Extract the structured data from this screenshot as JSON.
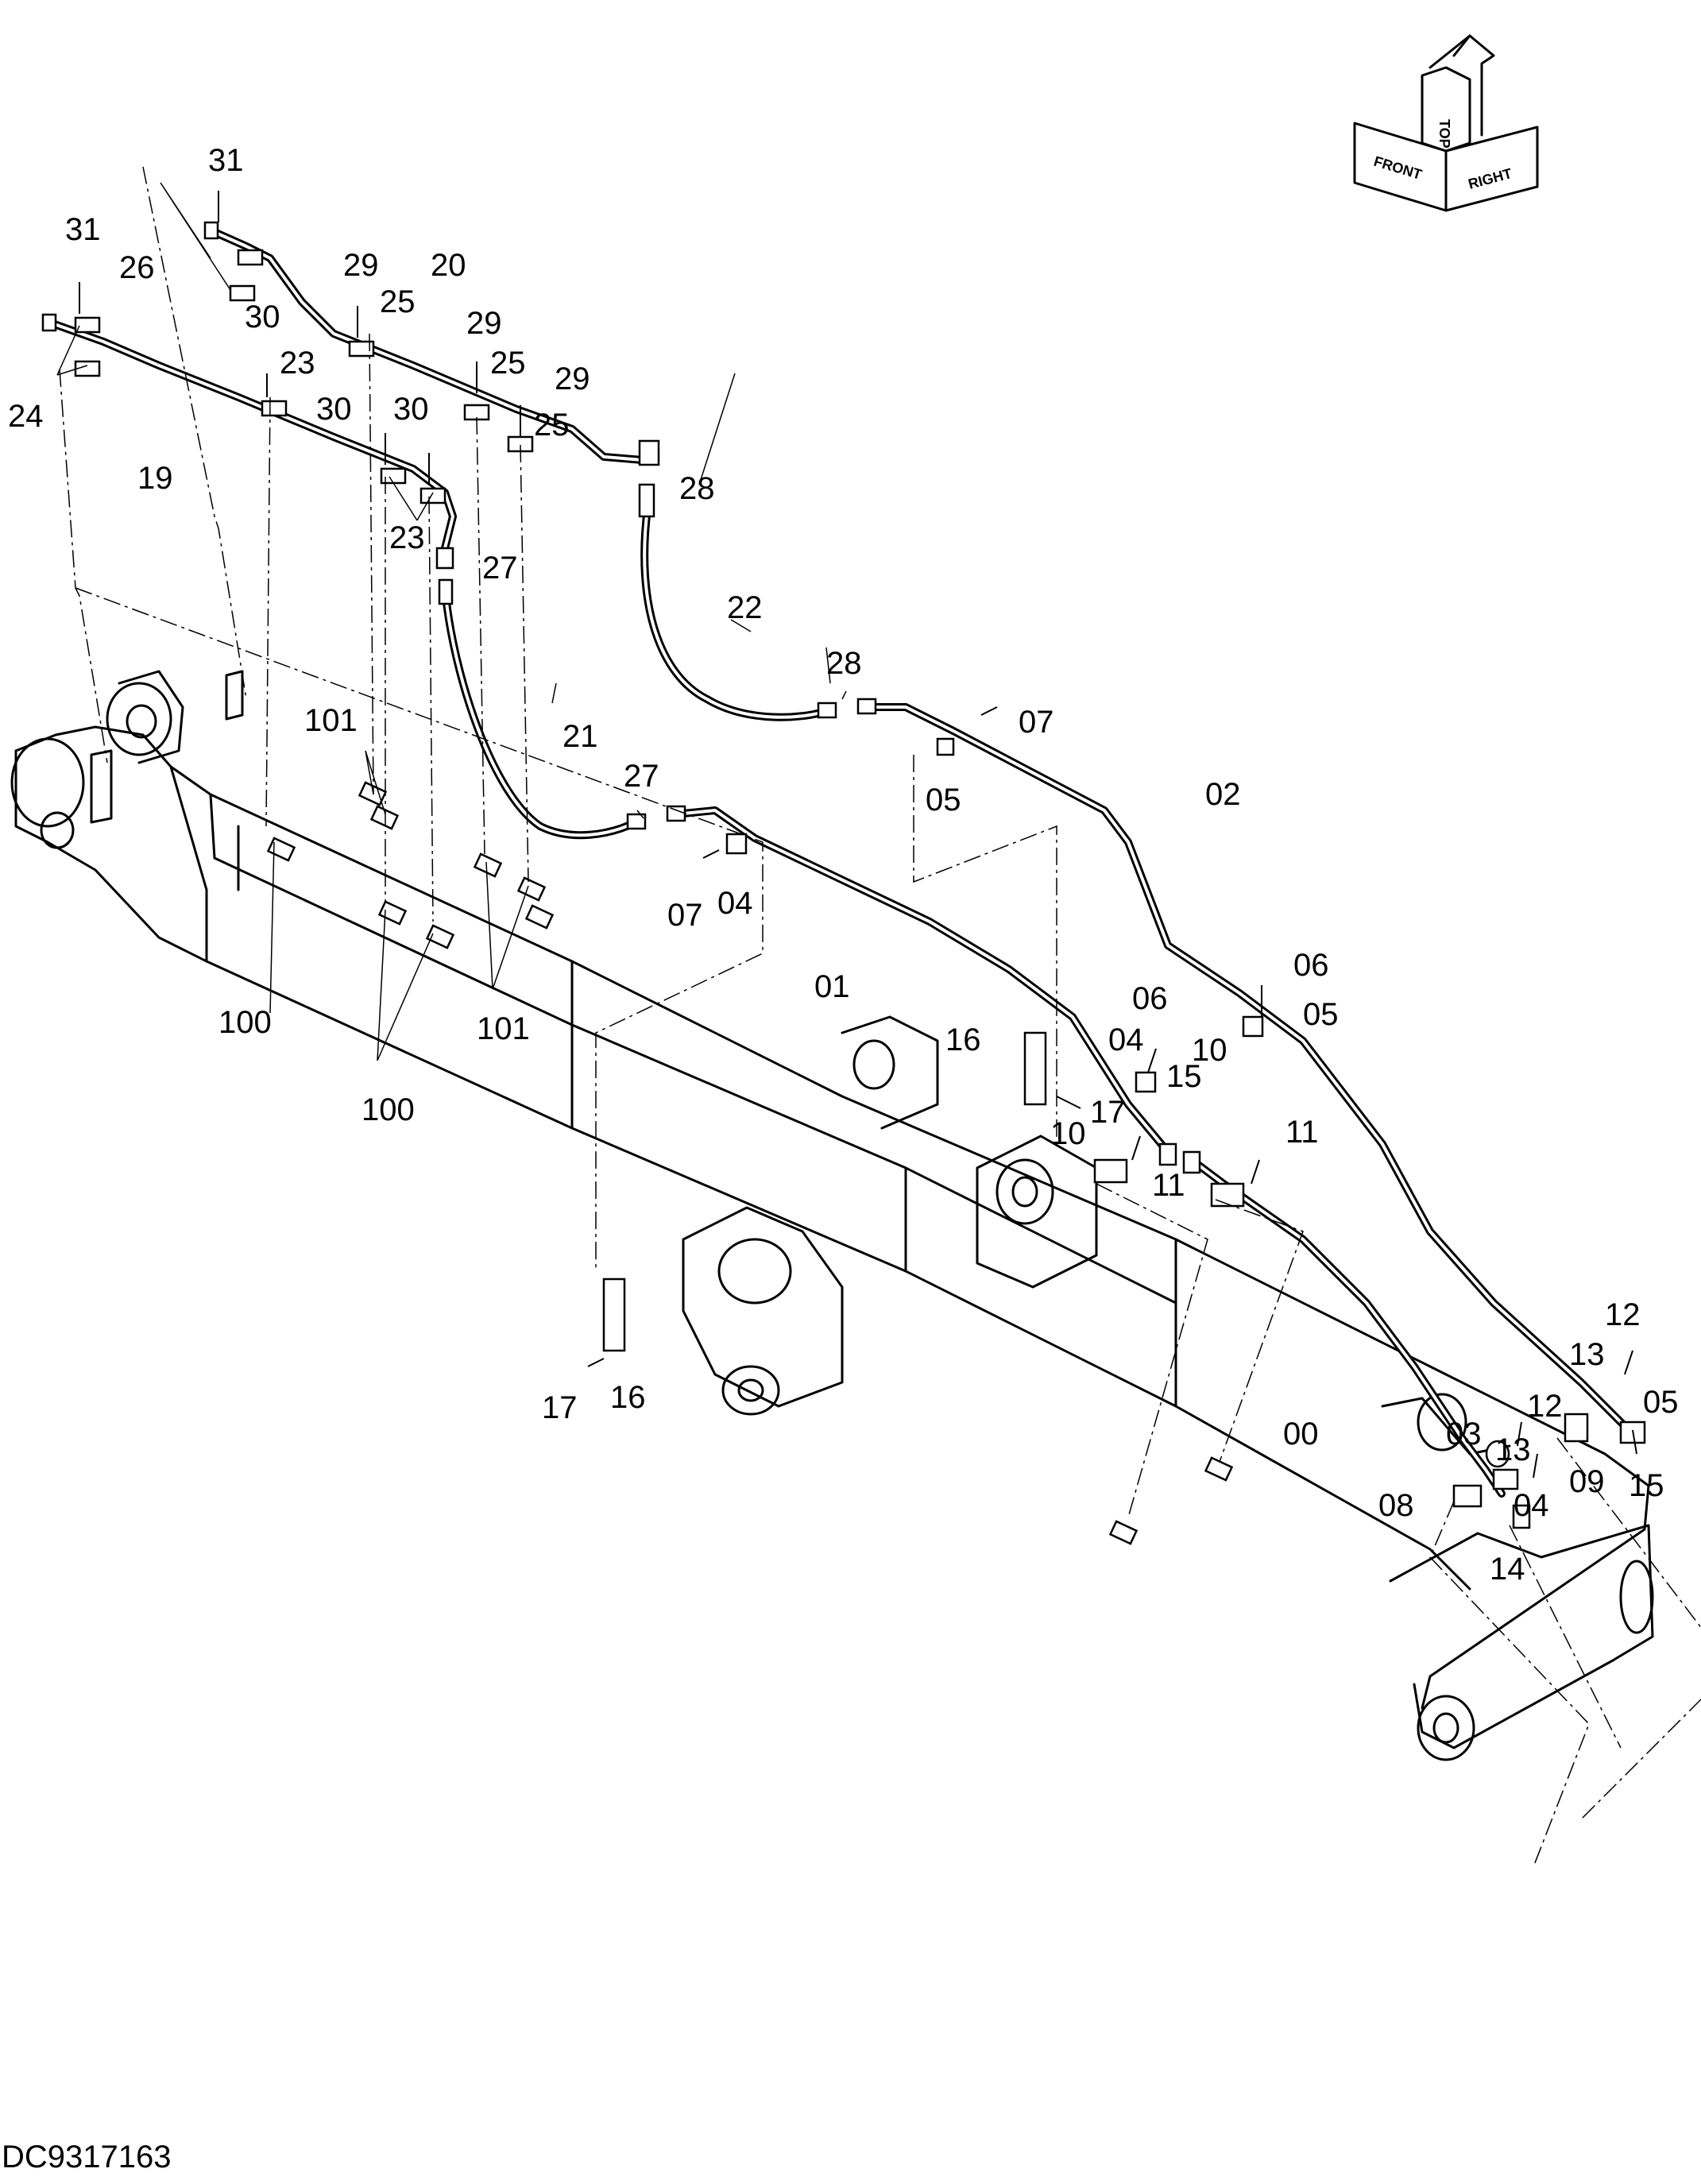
{
  "document_code": "DC9317163",
  "orientation": {
    "labels": [
      "FRONT",
      "TOP",
      "RIGHT"
    ],
    "icon": "orientation-arrows-icon"
  },
  "callouts": [
    {
      "id": "c01",
      "text": "31"
    },
    {
      "id": "c02",
      "text": "31"
    },
    {
      "id": "c03",
      "text": "26"
    },
    {
      "id": "c04",
      "text": "29"
    },
    {
      "id": "c05",
      "text": "20"
    },
    {
      "id": "c06",
      "text": "25"
    },
    {
      "id": "c07",
      "text": "29"
    },
    {
      "id": "c08",
      "text": "25"
    },
    {
      "id": "c09",
      "text": "29"
    },
    {
      "id": "c10",
      "text": "25"
    },
    {
      "id": "c11",
      "text": "30"
    },
    {
      "id": "c12",
      "text": "23"
    },
    {
      "id": "c13",
      "text": "30"
    },
    {
      "id": "c14",
      "text": "30"
    },
    {
      "id": "c15",
      "text": "24"
    },
    {
      "id": "c16",
      "text": "19"
    },
    {
      "id": "c17",
      "text": "28"
    },
    {
      "id": "c18",
      "text": "23"
    },
    {
      "id": "c19",
      "text": "27"
    },
    {
      "id": "c20",
      "text": "22"
    },
    {
      "id": "c21",
      "text": "28"
    },
    {
      "id": "c22",
      "text": "07"
    },
    {
      "id": "c23",
      "text": "101"
    },
    {
      "id": "c24",
      "text": "21"
    },
    {
      "id": "c25",
      "text": "27"
    },
    {
      "id": "c26",
      "text": "05"
    },
    {
      "id": "c27",
      "text": "02"
    },
    {
      "id": "c28",
      "text": "07"
    },
    {
      "id": "c29",
      "text": "04"
    },
    {
      "id": "c30",
      "text": "100"
    },
    {
      "id": "c31",
      "text": "101"
    },
    {
      "id": "c32",
      "text": "01"
    },
    {
      "id": "c33",
      "text": "06"
    },
    {
      "id": "c34",
      "text": "06"
    },
    {
      "id": "c35",
      "text": "05"
    },
    {
      "id": "c36",
      "text": "100"
    },
    {
      "id": "c37",
      "text": "16"
    },
    {
      "id": "c38",
      "text": "04"
    },
    {
      "id": "c39",
      "text": "10"
    },
    {
      "id": "c40",
      "text": "15"
    },
    {
      "id": "c41",
      "text": "17"
    },
    {
      "id": "c42",
      "text": "11"
    },
    {
      "id": "c43",
      "text": "10"
    },
    {
      "id": "c44",
      "text": "11"
    },
    {
      "id": "c45",
      "text": "12"
    },
    {
      "id": "c46",
      "text": "13"
    },
    {
      "id": "c47",
      "text": "12"
    },
    {
      "id": "c48",
      "text": "05"
    },
    {
      "id": "c49",
      "text": "03"
    },
    {
      "id": "c50",
      "text": "13"
    },
    {
      "id": "c51",
      "text": "00"
    },
    {
      "id": "c52",
      "text": "09"
    },
    {
      "id": "c53",
      "text": "15"
    },
    {
      "id": "c54",
      "text": "08"
    },
    {
      "id": "c55",
      "text": "04"
    },
    {
      "id": "c56",
      "text": "17"
    },
    {
      "id": "c57",
      "text": "16"
    },
    {
      "id": "c58",
      "text": "14"
    }
  ]
}
